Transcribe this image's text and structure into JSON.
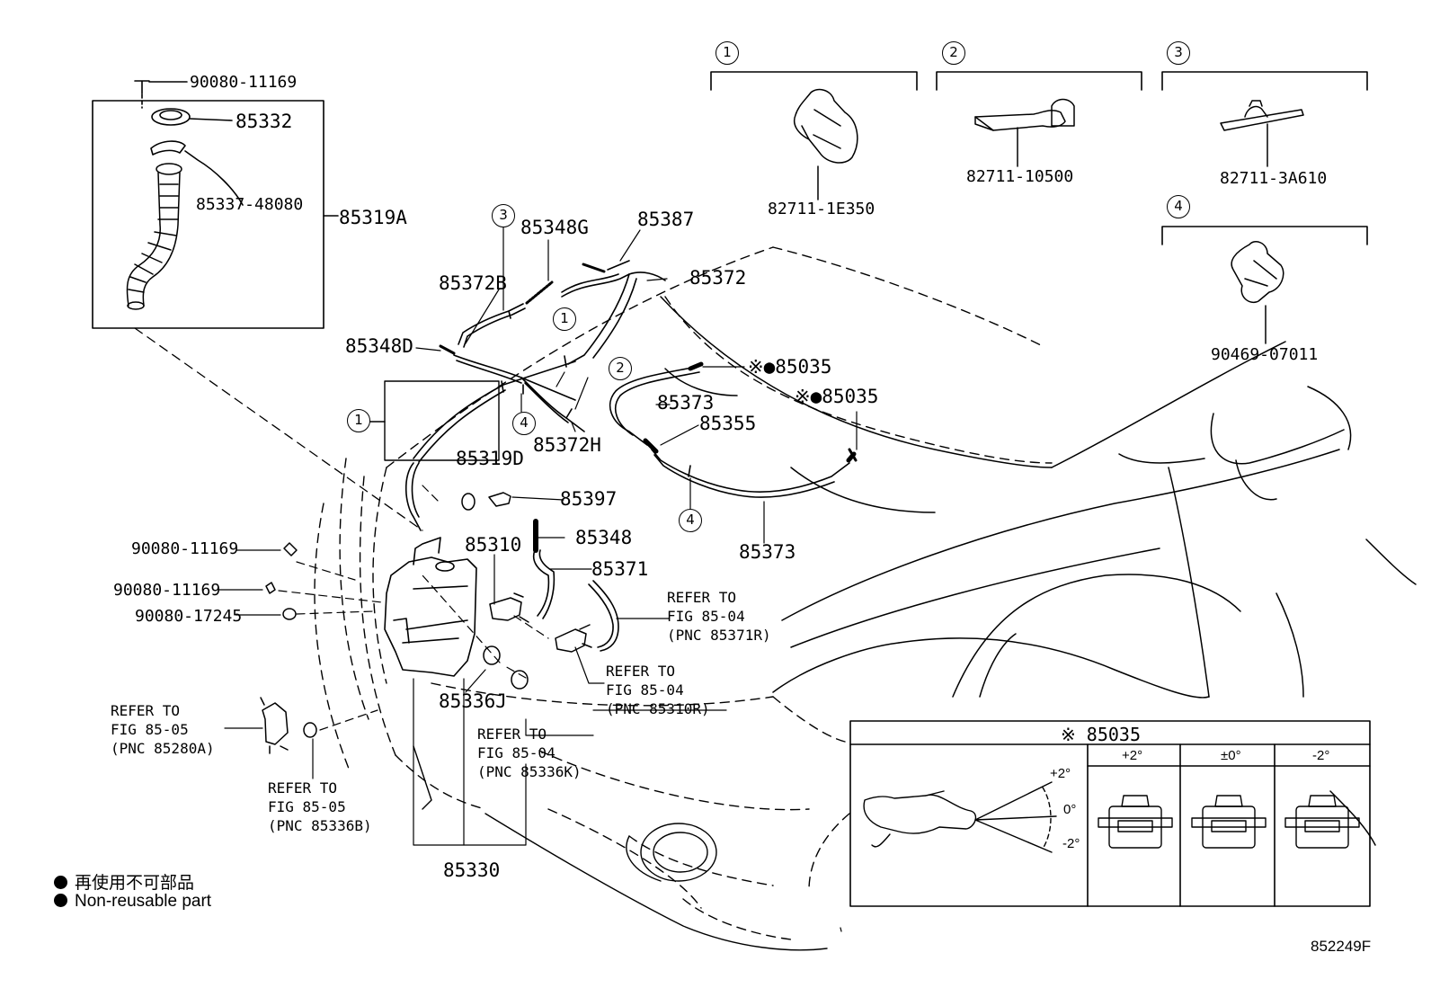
{
  "callouts": {
    "c1": "1",
    "c2": "2",
    "c3": "3",
    "c4": "4"
  },
  "clip_groups": {
    "g1": {
      "num": "1",
      "part": "82711-1E350"
    },
    "g2": {
      "num": "2",
      "part": "82711-10500"
    },
    "g3": {
      "num": "3",
      "part": "82711-3A610"
    },
    "g4": {
      "num": "4",
      "part": "90469-07011"
    }
  },
  "parts": {
    "p90080_top": "90080-11169",
    "p85332": "85332",
    "p85337": "85337-48080",
    "p85319A": "85319A",
    "p85348G": "85348G",
    "p85387": "85387",
    "p85372B": "85372B",
    "p85372": "85372",
    "p85348D": "85348D",
    "p85035a": "※●85035",
    "p85035b": "※●85035",
    "p85373a": "85373",
    "p85355": "85355",
    "p85372H": "85372H",
    "p85319D": "85319D",
    "p85397": "85397",
    "p85348": "85348",
    "p85310": "85310",
    "p85371": "85371",
    "p85373b": "85373",
    "p90080_a": "90080-11169",
    "p90080_b": "90080-11169",
    "p90080_17245": "90080-17245",
    "p85336J": "85336J",
    "p85330": "85330"
  },
  "refs": {
    "r1": "REFER TO\nFIG 85-04\n(PNC 85371R)",
    "r2": "REFER TO\nFIG 85-04\n(PNC 85310R)",
    "r3": "REFER TO\nFIG 85-04\n(PNC 85336K)",
    "r4": "REFER TO\nFIG 85-05\n(PNC 85280A)",
    "r5": "REFER TO\nFIG 85-05\n(PNC 85336B)"
  },
  "inset": {
    "title": "※ 85035",
    "cols": [
      "+2°",
      "±0°",
      "-2°"
    ],
    "angles": [
      "+2°",
      "0°",
      "-2°"
    ]
  },
  "legend": {
    "jp": "再使用不可部品",
    "en": "Non-reusable part"
  },
  "figure_id": "852249F"
}
